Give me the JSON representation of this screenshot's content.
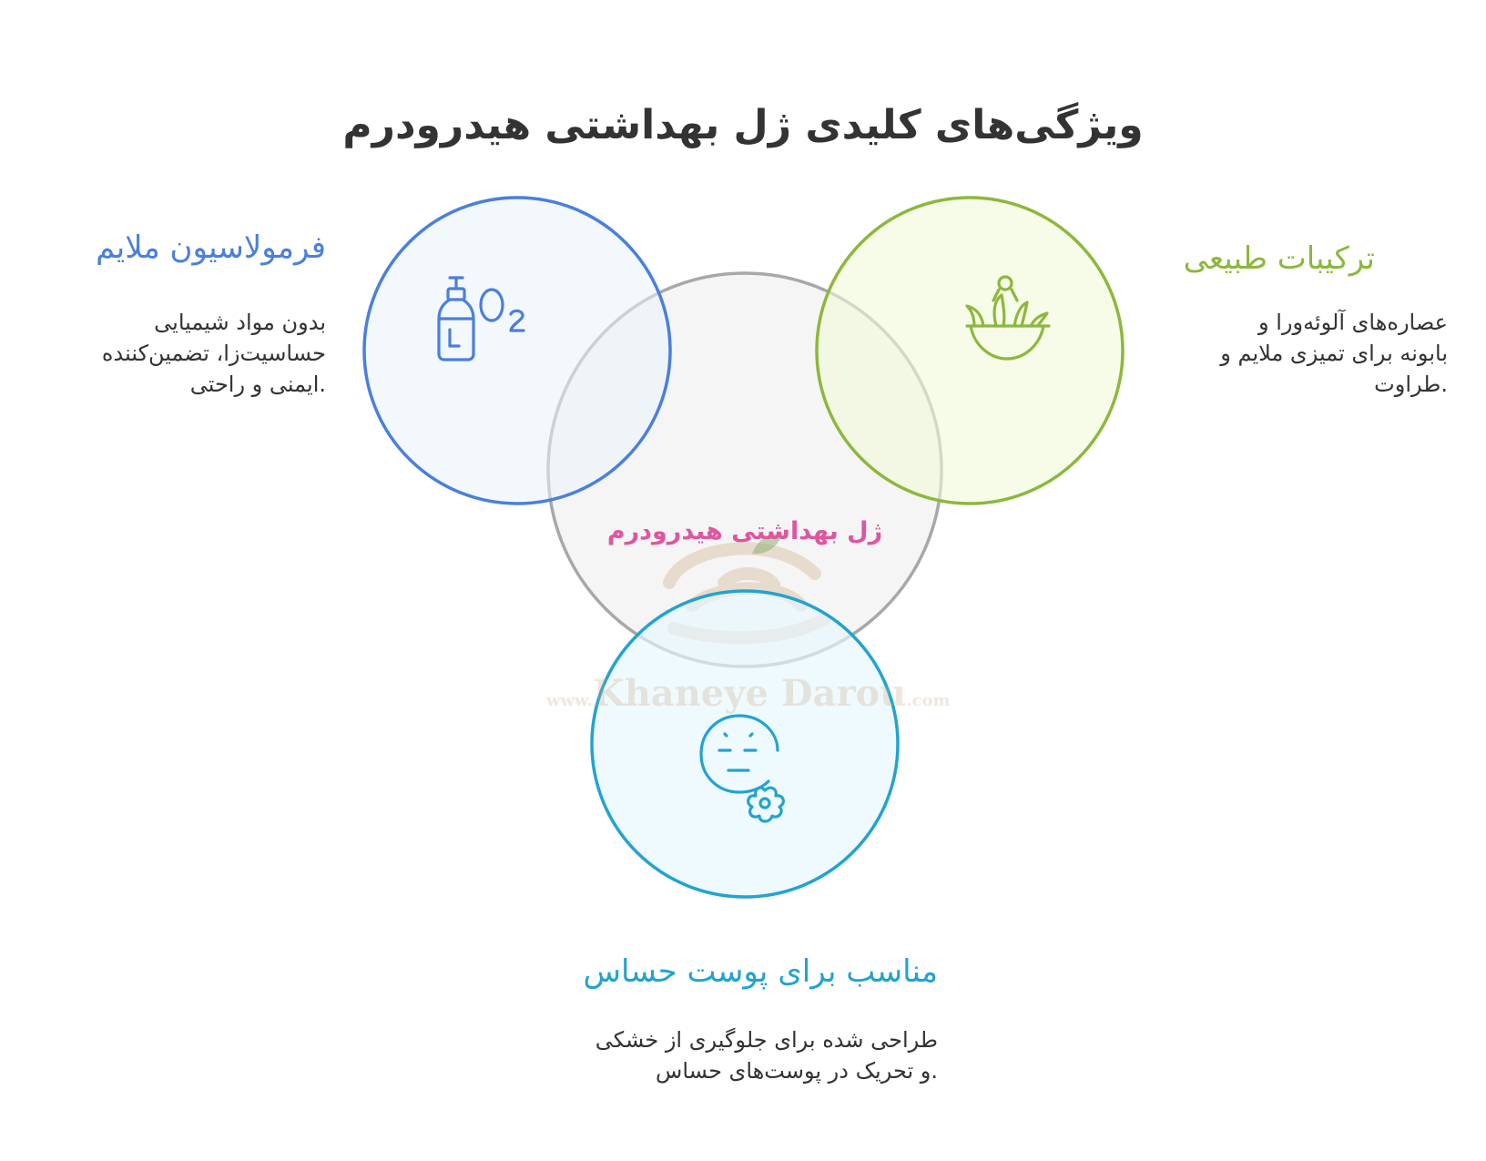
{
  "title": "ویژگی‌های کلیدی ژل بهداشتی هیدرودرم",
  "center": {
    "label": "ژل بهداشتی هیدرودرم"
  },
  "features": [
    {
      "heading": "فرمولاسیون ملایم",
      "description_lines": [
        "بدون مواد شیمیایی",
        "حساسیت‌زا، تضمین‌کننده",
        ".ایمنی و راحتی"
      ],
      "icon": "soap-bottle-oxygen-icon",
      "color": "#4a7fdc"
    },
    {
      "heading": "ترکیبات طبیعی",
      "description_lines": [
        "عصاره‌های آلوئه‌ورا و",
        "بابونه برای تمیزی ملایم و",
        ".طراوت"
      ],
      "icon": "plant-bowl-icon",
      "color": "#8cb83c"
    },
    {
      "heading": "مناسب برای پوست حساس",
      "description_lines": [
        "طراحی شده برای جلوگیری از خشکی",
        ".و تحریک در پوست‌های حساس"
      ],
      "icon": "sensitive-face-flower-icon",
      "color": "#22a3d0"
    }
  ],
  "watermark": {
    "text": "Khaneye Darou",
    "prefix": "www.",
    "suffix": ".com"
  },
  "colors": {
    "center_circle": "#a8a8a8",
    "center_fill": "#f4f4f4",
    "blue_fill": "#eaf2fc",
    "green_fill": "#f1fad9",
    "cyan_fill": "#e6f7fd"
  }
}
